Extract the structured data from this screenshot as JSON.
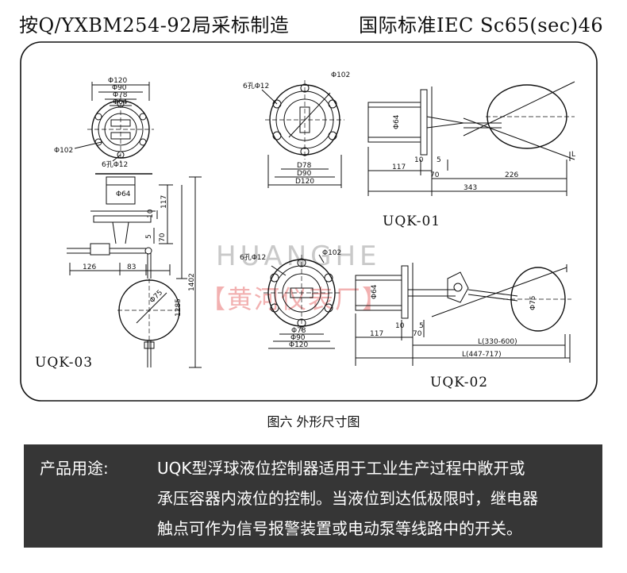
{
  "header": {
    "left_text": "按Q/YXBM254-92局采标制造",
    "right_text": "国际标准IEC Sc65(sec)46"
  },
  "diagram": {
    "watermark_en": "HUANGHE",
    "watermark_cn": "【黄河仪表厂】",
    "uqk03": {
      "model": "UQK-03",
      "d120": "Φ120",
      "d90": "Φ90",
      "d78": "Φ78",
      "d64_top": "Φ64",
      "d102": "Φ102",
      "holes": "6孔Φ12",
      "d64": "Φ64",
      "dim10": "10",
      "dim117": "117",
      "dim5": "5",
      "dim70": "70",
      "dim126": "126",
      "dim83": "83",
      "dim1285": "1285",
      "dim1402": "1402",
      "d75": "Φ75"
    },
    "uqk01": {
      "model": "UQK-01",
      "holes": "6孔Φ12",
      "d102": "Φ102",
      "d64": "Φ64",
      "d78": "D78",
      "d90": "D90",
      "d120": "D120",
      "dim117": "117",
      "dim10": "10",
      "dim5": "5",
      "dim70": "70",
      "dim226": "226",
      "dim343": "343",
      "L": "L"
    },
    "uqk02": {
      "model": "UQK-02",
      "holes": "6孔Φ12",
      "d102": "Φ102",
      "d64": "Φ64",
      "d78": "Φ78",
      "d90": "Φ90",
      "d120": "Φ120",
      "dim117": "117",
      "dim10": "10",
      "dim5": "5",
      "dim70": "70",
      "d75": "Φ75",
      "L1": "L(330-600)",
      "L2": "L(447-717)"
    }
  },
  "caption": "图六  外形尺寸图",
  "usage": {
    "label": "产品用途:",
    "lines": [
      "UQK型浮球液位控制器适用于工业生产过程中敞开或",
      "承压容器内液位的控制。当液位到达低极限时，继电器",
      "触点可作为信号报警装置或电动泵等线路中的开关。"
    ]
  }
}
